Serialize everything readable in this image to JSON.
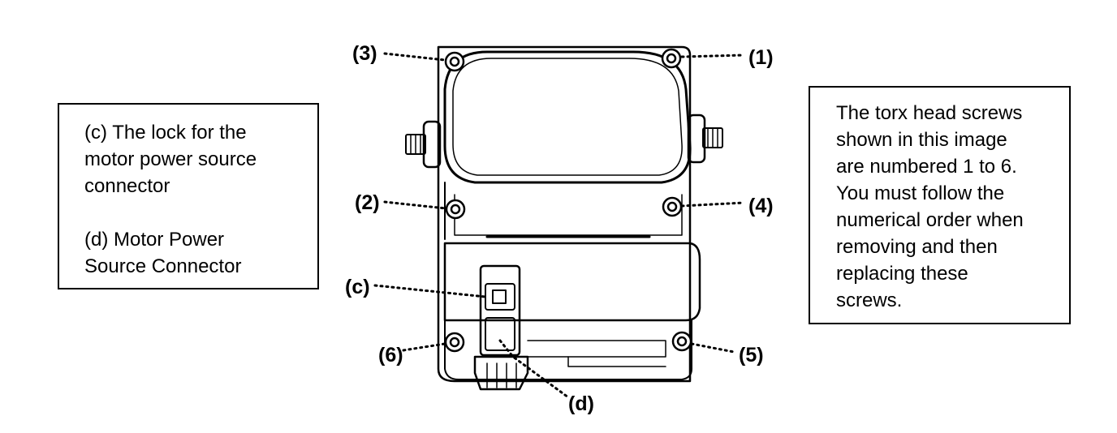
{
  "left_note": {
    "lines": [
      "(c) The lock for the",
      "motor power source",
      "connector",
      "",
      "(d) Motor Power",
      "Source Connector"
    ]
  },
  "right_note": {
    "lines": [
      "The torx head screws",
      "shown in this image",
      "are numbered 1 to 6.",
      "You must follow the",
      "numerical order when",
      "removing and then",
      "replacing these",
      "screws."
    ]
  },
  "callouts": {
    "screw_1": "(1)",
    "screw_2": "(2)",
    "screw_3": "(3)",
    "screw_4": "(4)",
    "screw_5": "(5)",
    "screw_6": "(6)",
    "lock_c": "(c)",
    "connector_d": "(d)"
  }
}
